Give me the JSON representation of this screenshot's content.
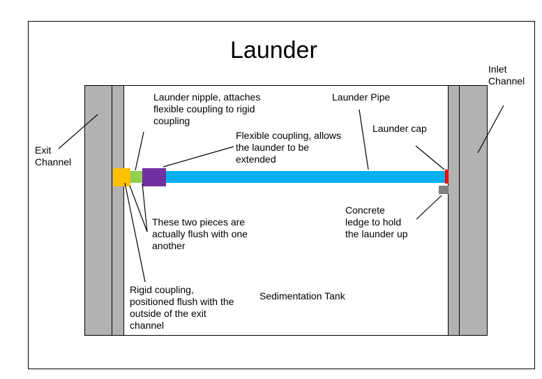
{
  "title": "Launder",
  "labels": {
    "exit_channel": "Exit\nChannel",
    "inlet_channel": "Inlet\nChannel",
    "launder_nipple": "Launder nipple, attaches\nflexible coupling to rigid\ncoupling",
    "launder_pipe": "Launder Pipe",
    "launder_cap": "Launder cap",
    "flexible_coupling": "Flexible coupling, allows\nthe launder to be\nextended",
    "flush_pieces": "These two pieces are\nactually flush with one\nanother",
    "concrete_ledge": "Concrete\nledge to hold\nthe launder up",
    "rigid_coupling": "Rigid coupling,\npositioned flush with the\noutside of the exit\nchannel",
    "sedimentation_tank": "Sedimentation Tank"
  },
  "colors": {
    "channel_wall": "#b2b2b2",
    "outline": "#000000",
    "rigid_coupling": "#ffc000",
    "launder_nipple": "#92d050",
    "flexible_coupling": "#7030a0",
    "launder_pipe": "#00b0f0",
    "launder_cap": "#ff0000",
    "concrete_ledge": "#808080"
  }
}
